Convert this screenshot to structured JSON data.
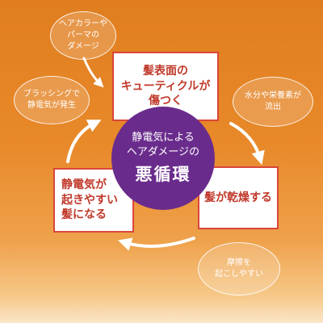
{
  "cycle": {
    "step_hair_surface": "髪表面の\nキューティクルが\n傷つく",
    "step_dry": "髪が乾燥する",
    "step_static_prone": "静電気が\n起きやすい\n髪になる"
  },
  "center": {
    "line1": "静電気による",
    "line2": "ヘアダメージの",
    "title": "悪循環"
  },
  "causes": {
    "color_perm": "ヘアカラーや\nパーマの\nダメージ",
    "brushing": "ブラッシングで\n静電気が発生",
    "moisture_loss": "水分や栄養素が\n流出",
    "friction": "摩擦を\n起こしやすい"
  },
  "colors": {
    "background_top": "#e07e1f",
    "background_bottom": "#fbe6c8",
    "card_border": "#d9463a",
    "card_text": "#c0392b",
    "center_fill": "#6a2c8c"
  }
}
